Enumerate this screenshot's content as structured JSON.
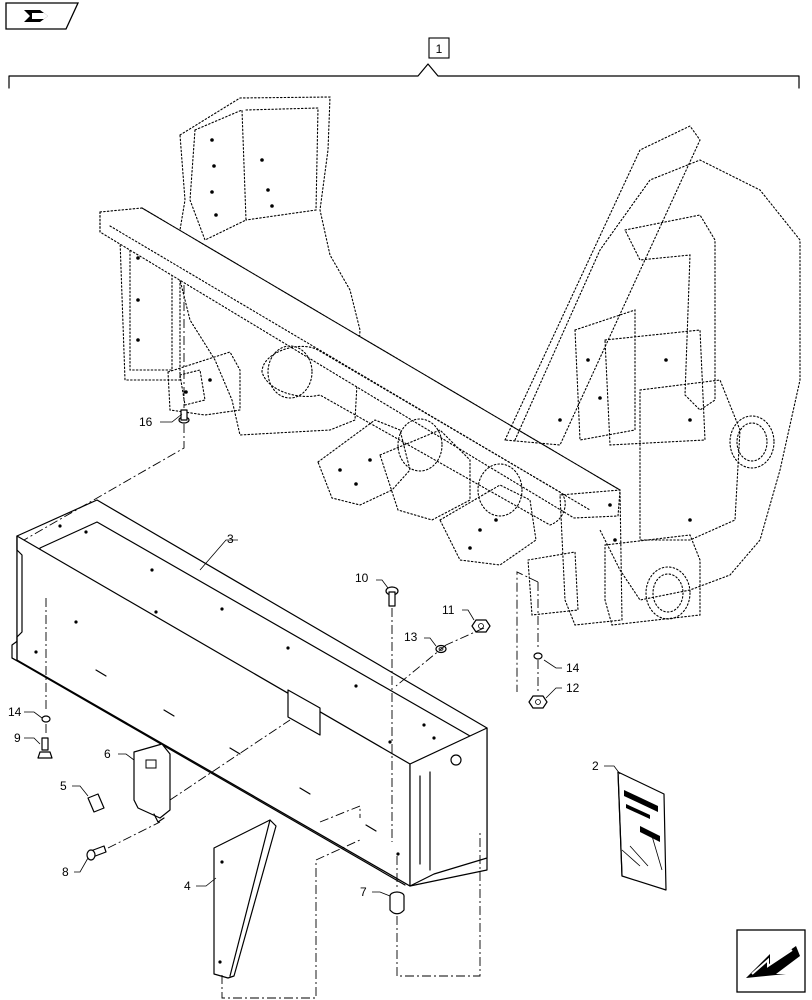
{
  "diagram": {
    "assembly_callout": "1",
    "callouts": [
      {
        "id": "c2",
        "label": "2"
      },
      {
        "id": "c3",
        "label": "3"
      },
      {
        "id": "c4",
        "label": "4"
      },
      {
        "id": "c5",
        "label": "5"
      },
      {
        "id": "c6",
        "label": "6"
      },
      {
        "id": "c7",
        "label": "7"
      },
      {
        "id": "c8",
        "label": "8"
      },
      {
        "id": "c9",
        "label": "9"
      },
      {
        "id": "c10",
        "label": "10"
      },
      {
        "id": "c11",
        "label": "11"
      },
      {
        "id": "c12",
        "label": "12"
      },
      {
        "id": "c13",
        "label": "13"
      },
      {
        "id": "c14a",
        "label": "14"
      },
      {
        "id": "c14b",
        "label": "14"
      },
      {
        "id": "c16",
        "label": "16"
      }
    ],
    "icons": {
      "top_left": "book-view-icon",
      "bottom_right": "next-page-arrow-icon"
    }
  }
}
